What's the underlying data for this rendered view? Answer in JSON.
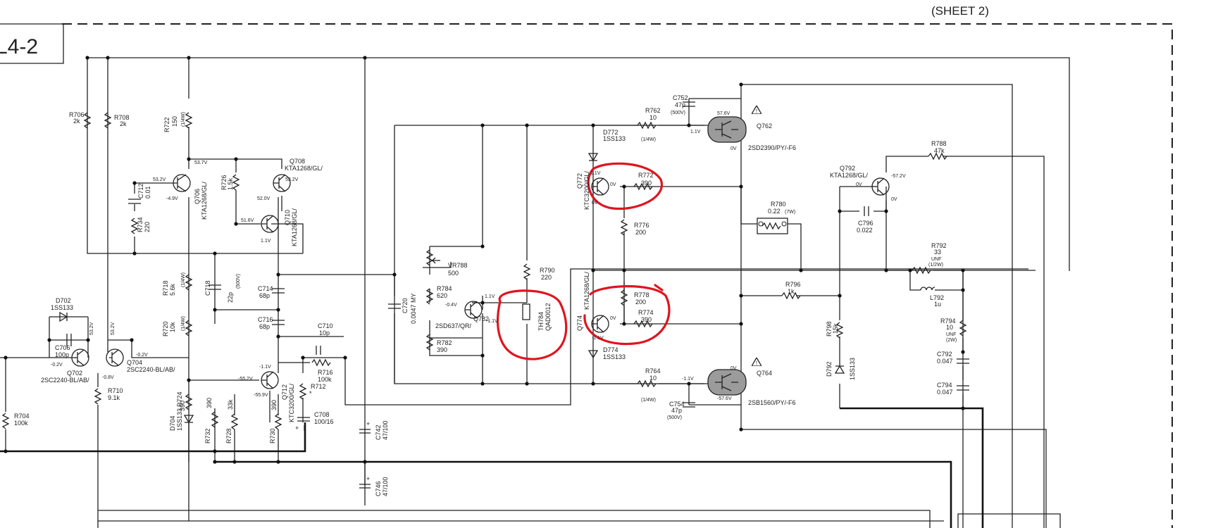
{
  "sheet_label": "(SHEET 2)",
  "page_tag": "L4-2",
  "components": {
    "R706": {
      "ref": "R706",
      "val": "2k"
    },
    "R708": {
      "ref": "R708",
      "val": "2k"
    },
    "R722": {
      "ref": "R722",
      "val": "150",
      "pw": "(1/4W)"
    },
    "Q708": {
      "ref": "Q708",
      "part": "KTA1268/GL/"
    },
    "Q706": {
      "ref": "Q706",
      "part": "KTA1268/GL/"
    },
    "R726": {
      "ref": "R726",
      "val": "1.5k"
    },
    "Q710": {
      "ref": "Q710",
      "part": "KTA1268/GL/"
    },
    "C712": {
      "ref": "C712",
      "val": "0.01"
    },
    "R734": {
      "ref": "R734",
      "val": "220"
    },
    "R718": {
      "ref": "R718",
      "val": "5.6k",
      "pw": "(1/4W)"
    },
    "C718": {
      "ref": "C718",
      "val": "22p",
      "pw": "(500V)"
    },
    "C714": {
      "ref": "C714",
      "val": "68p"
    },
    "C716": {
      "ref": "C716",
      "val": "68p"
    },
    "R720": {
      "ref": "R720",
      "val": "10k",
      "pw": "(1/4W)"
    },
    "C710": {
      "ref": "C710",
      "val": "10p"
    },
    "D702": {
      "ref": "D702",
      "part": "1SS133"
    },
    "C706": {
      "ref": "C706",
      "val": "100p"
    },
    "Q702": {
      "ref": "Q702",
      "part": "2SC2240-BL/AB/"
    },
    "Q704": {
      "ref": "Q704",
      "part": "2SC2240-BL/AB/"
    },
    "R710": {
      "ref": "R710",
      "val": "9.1k"
    },
    "R704": {
      "ref": "R704",
      "val": "100k"
    },
    "R716": {
      "ref": "R716",
      "val": "100k"
    },
    "R712": {
      "ref": "R712",
      "val": "*"
    },
    "Q712": {
      "ref": "Q712",
      "part": "KTC3200/GL/"
    },
    "C708": {
      "ref": "C708",
      "val": "100/16"
    },
    "R724": {
      "ref": "R724",
      "val": "390"
    },
    "D704": {
      "ref": "D704",
      "part": "1SS133"
    },
    "R732": {
      "ref": "R732",
      "val": "390"
    },
    "R728": {
      "ref": "R728",
      "val": "33k"
    },
    "R730": {
      "ref": "R730",
      "val": "390"
    },
    "C742": {
      "ref": "C742",
      "val": "47/100"
    },
    "C746": {
      "ref": "C746",
      "val": "47/100"
    },
    "C720": {
      "ref": "C720",
      "val": "0.0047 MY"
    },
    "VR788": {
      "ref": "VR788",
      "val": "500"
    },
    "R784": {
      "ref": "R784",
      "val": "620"
    },
    "R782": {
      "ref": "R782",
      "val": "390"
    },
    "Q782": {
      "ref": "Q782",
      "part": "2SD637/QR/"
    },
    "R790": {
      "ref": "R790",
      "val": "220"
    },
    "TH784": {
      "ref": "TH784",
      "part": "QAD0012"
    },
    "R762": {
      "ref": "R762",
      "val": "10",
      "pw": "(1/4W)"
    },
    "C752": {
      "ref": "C752",
      "val": "47p",
      "pw": "(500V)"
    },
    "Q762": {
      "ref": "Q762",
      "part": "2SD2390/PY/-F6"
    },
    "D772": {
      "ref": "D772",
      "part": "1SS133"
    },
    "Q772": {
      "ref": "Q772",
      "part": "KTC3200/GL/"
    },
    "R772": {
      "ref": "R772",
      "val": "390"
    },
    "R776": {
      "ref": "R776",
      "val": "200"
    },
    "R780": {
      "ref": "R780",
      "val": "0.22",
      "pw": "(7W)"
    },
    "R778": {
      "ref": "R778",
      "val": "200"
    },
    "R774": {
      "ref": "R774",
      "val": "390"
    },
    "Q774": {
      "ref": "Q774",
      "part": "KTA1268/GL/"
    },
    "D774": {
      "ref": "D774",
      "part": "1SS133"
    },
    "R764": {
      "ref": "R764",
      "val": "10",
      "pw": "(1/4W)"
    },
    "C754": {
      "ref": "C754",
      "val": "47p",
      "pw": "(500V)"
    },
    "Q764": {
      "ref": "Q764",
      "part": "2SB1560/PY/-F6"
    },
    "R788": {
      "ref": "R788",
      "val": "47k"
    },
    "Q792": {
      "ref": "Q792",
      "part": "KTA1268/GL/"
    },
    "C796": {
      "ref": "C796",
      "val": "0.022"
    },
    "R792": {
      "ref": "R792",
      "val": "33",
      "spec": "UNF",
      "pw": "(1/2W)"
    },
    "L792": {
      "ref": "L792",
      "val": "1u"
    },
    "R796": {
      "ref": "R796",
      "val": "1k"
    },
    "R798": {
      "ref": "R798",
      "val": "15k"
    },
    "D792": {
      "ref": "D792",
      "part": "1SS133"
    },
    "R794": {
      "ref": "R794",
      "val": "10",
      "spec": "UNF",
      "pw": "(2W)"
    },
    "C792": {
      "ref": "C792",
      "val": "0.047"
    },
    "C794": {
      "ref": "C794",
      "val": "0.047"
    }
  },
  "voltages": {
    "v1": "53.7V",
    "v2": "53.2V",
    "v3": "-4.9V",
    "v4": "52.0V",
    "v5": "53.2V",
    "v6": "51.6V",
    "v7": "1.1V",
    "v8": "53.2V",
    "v9": "53.2V",
    "v10": "-0.2V",
    "v11": "-0.2V",
    "v12": "-0.8V",
    "v13": "-1.1V",
    "v14": "-55.2V",
    "v15": "-55.9V",
    "v16": "-0.4V",
    "v17": "1.1V",
    "v18": "-1.1V",
    "v19": "57.6V",
    "v20": "1.1V",
    "v21": "0V",
    "v22": "1.1V",
    "v23": "0V",
    "v24": "0V",
    "v25": "0V",
    "v26": "-1.1V",
    "v27": "-1.1V",
    "v28": "-57.6V",
    "v29": "0V",
    "v30": "-57.2V",
    "v31": "0V",
    "v32": "0V"
  },
  "annotation_color": "#e0141e"
}
